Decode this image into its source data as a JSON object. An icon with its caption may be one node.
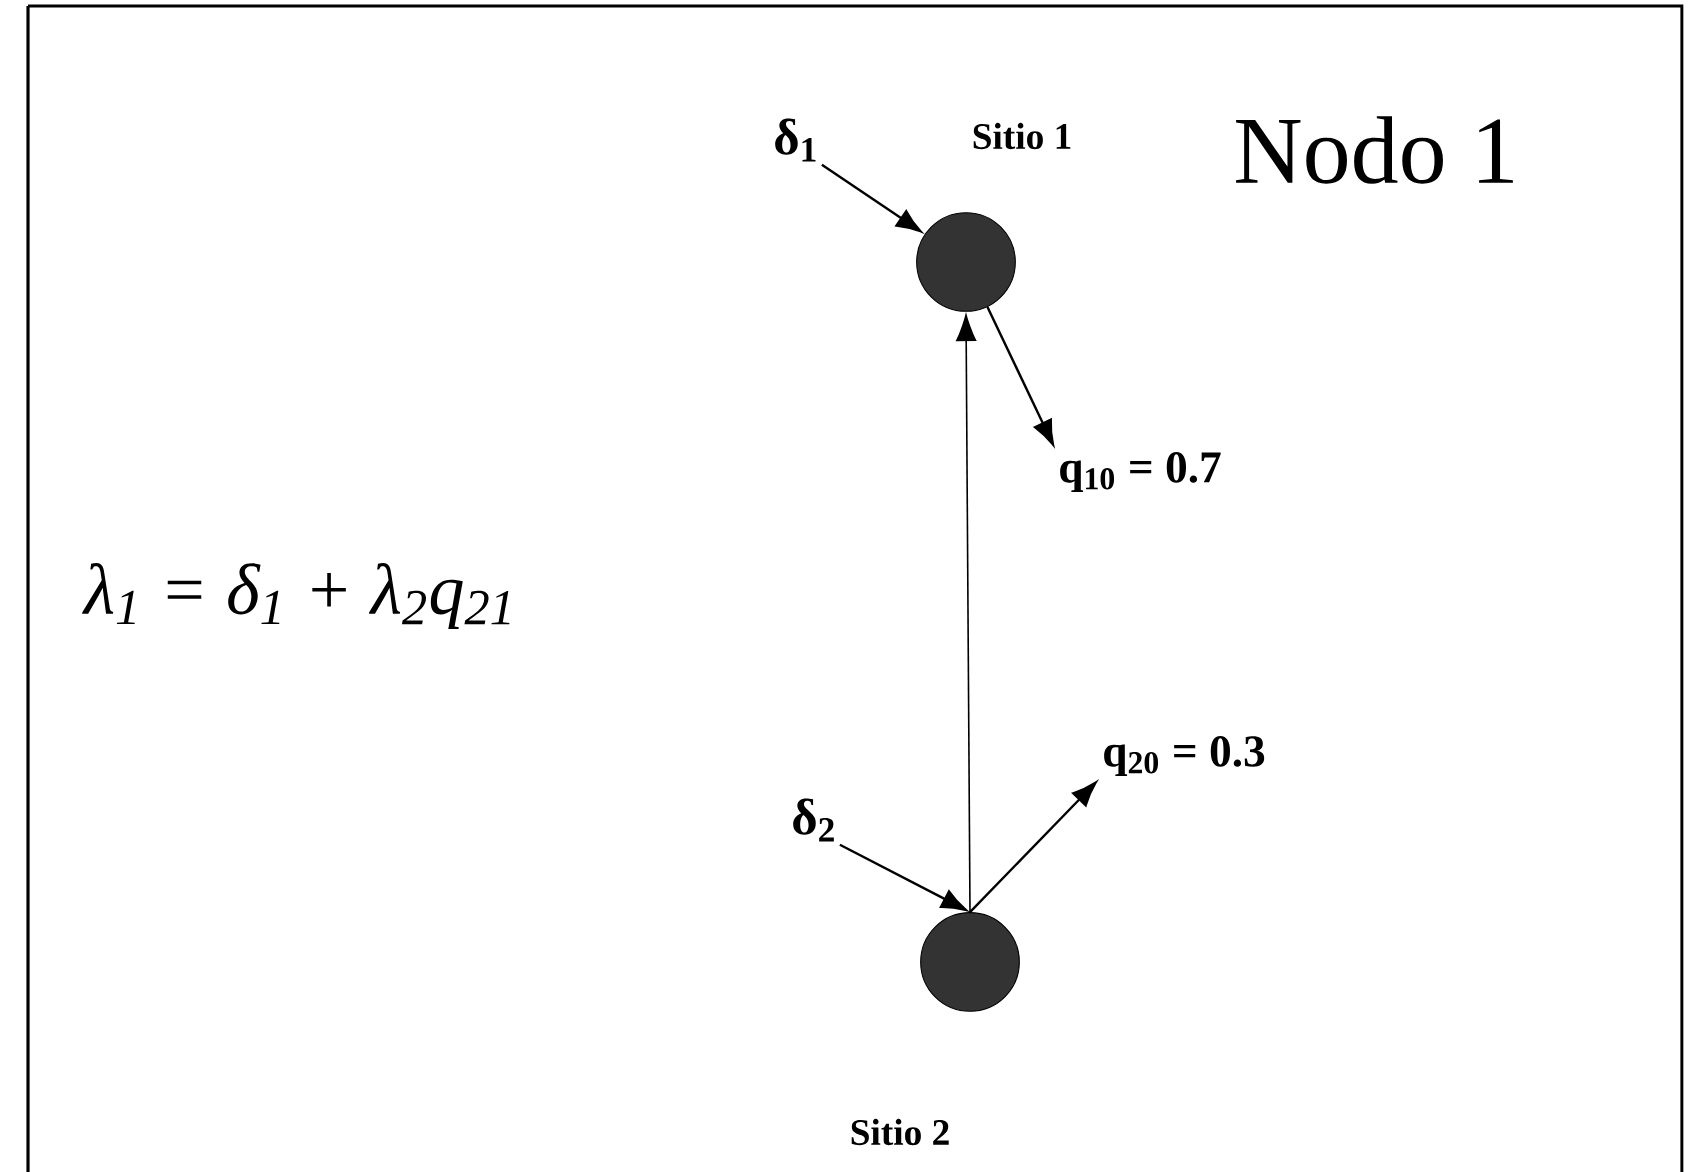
{
  "diagram": {
    "nodes": [
      {
        "text": [],
        "shape": "circle",
        "beside": [
          "Sitio 1"
        ]
      },
      {
        "text": [],
        "shape": "circle",
        "beside": [
          "Sitio 2"
        ]
      },
      {
        "text": [
          "δ$_{1}$"
        ]
      },
      {
        "text": [
          "q$_{10}$ = 0.7"
        ]
      },
      {
        "text": [
          "δ$_{2}$"
        ]
      },
      {
        "text": [
          "q$_{20}$ = 0.3"
        ]
      }
    ],
    "edges": [
      {
        "from": 2,
        "to": 0,
        "arrow": "to"
      },
      {
        "from": 0,
        "to": 3,
        "arrow": "to"
      },
      {
        "from": 1,
        "to": 0,
        "arrow": "to"
      },
      {
        "from": 4,
        "to": 1,
        "arrow": "to"
      },
      {
        "from": 1,
        "to": 5,
        "arrow": "to"
      }
    ],
    "labels": [
      "Nodo 1",
      "λ$_{1}$ = δ$_{1}$ + λ$_{2}$q$_{21}$"
    ]
  }
}
